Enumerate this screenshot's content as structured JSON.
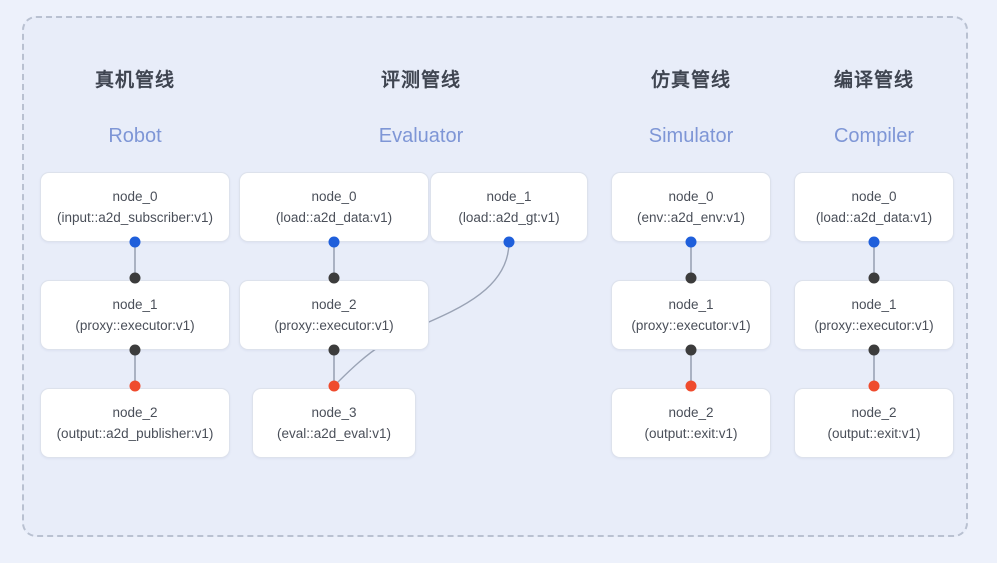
{
  "frame": {
    "border_style": "dashed",
    "border_color": "#b9c1d1",
    "background": "#e8edf9",
    "page_background": "#edf1fb"
  },
  "palette": {
    "title_cn_color": "#3f4551",
    "title_en_color": "#7e96d6",
    "node_text_color": "#4a4f59",
    "node_background": "#ffffff",
    "node_border": "#dde2ec",
    "port_output_blue": "#1f5fdb",
    "port_black": "#3c3c3c",
    "port_input_red": "#ef4b2d",
    "edge_color": "#9aa3b5"
  },
  "columns": [
    {
      "id": "robot",
      "title_cn": "真机管线",
      "title_en": "Robot",
      "nodes": [
        {
          "name": "node_0",
          "spec": "(input::a2d_subscriber:v1)"
        },
        {
          "name": "node_1",
          "spec": "(proxy::executor:v1)"
        },
        {
          "name": "node_2",
          "spec": "(output::a2d_publisher:v1)"
        }
      ]
    },
    {
      "id": "evaluator",
      "title_cn": "评测管线",
      "title_en": "Evaluator",
      "nodes": [
        {
          "name": "node_0",
          "spec": "(load::a2d_data:v1)"
        },
        {
          "name": "node_1",
          "spec": "(load::a2d_gt:v1)"
        },
        {
          "name": "node_2",
          "spec": "(proxy::executor:v1)"
        },
        {
          "name": "node_3",
          "spec": "(eval::a2d_eval:v1)"
        }
      ]
    },
    {
      "id": "simulator",
      "title_cn": "仿真管线",
      "title_en": "Simulator",
      "nodes": [
        {
          "name": "node_0",
          "spec": "(env::a2d_env:v1)"
        },
        {
          "name": "node_1",
          "spec": "(proxy::executor:v1)"
        },
        {
          "name": "node_2",
          "spec": "(output::exit:v1)"
        }
      ]
    },
    {
      "id": "compiler",
      "title_cn": "编译管线",
      "title_en": "Compiler",
      "nodes": [
        {
          "name": "node_0",
          "spec": "(load::a2d_data:v1)"
        },
        {
          "name": "node_1",
          "spec": "(proxy::executor:v1)"
        },
        {
          "name": "node_2",
          "spec": "(output::exit:v1)"
        }
      ]
    }
  ]
}
